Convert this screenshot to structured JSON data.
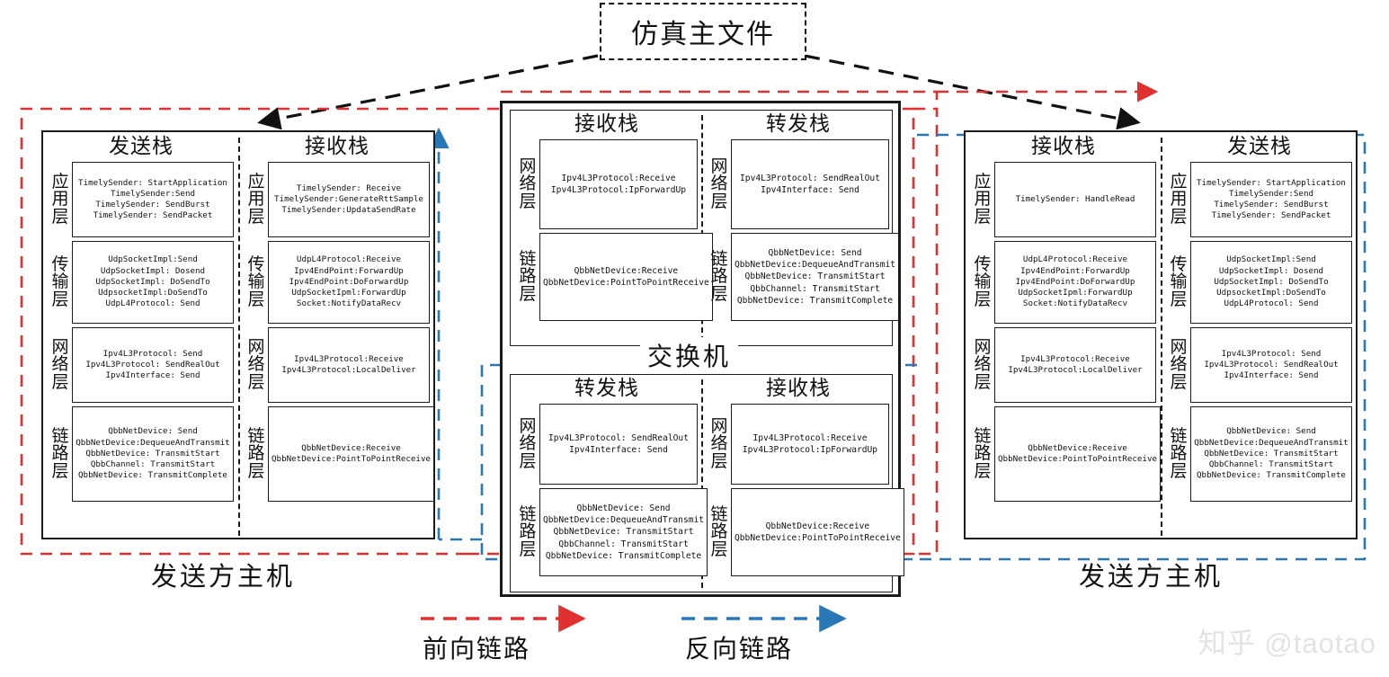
{
  "title_box": {
    "label": "仿真主文件"
  },
  "stack_titles": {
    "send": "发送栈",
    "receive": "接收栈",
    "forward": "转发栈"
  },
  "layer_labels": {
    "app": [
      "应",
      "用",
      "层"
    ],
    "transport": [
      "传",
      "输",
      "层"
    ],
    "network": [
      "网",
      "络",
      "层"
    ],
    "link": [
      "链",
      "路",
      "层"
    ]
  },
  "left_host": {
    "caption": "发送方主机",
    "send_stack": {
      "title": "发送栈",
      "layers": [
        {
          "label": "app",
          "lines": [
            "TimelySender: StartApplication",
            "TimelySender:Send",
            "TimelySender: SendBurst",
            "TimelySender: SendPacket"
          ]
        },
        {
          "label": "transport",
          "lines": [
            "UdpSocketImpl:Send",
            "UdpSocketImpl: Dosend",
            "UdpSocketImpl: DoSendTo",
            "UdpsocketImpl:DoSendTo",
            "UdpL4Protocol: Send"
          ]
        },
        {
          "label": "network",
          "lines": [
            "Ipv4L3Protocol: Send",
            "Ipv4L3Protocol: SendRealOut",
            "Ipv4Interface: Send"
          ]
        },
        {
          "label": "link",
          "lines": [
            "QbbNetDevice: Send",
            "QbbNetDevice:DequeueAndTransmit",
            "QbbNetDevice: TransmitStart",
            "QbbChannel: TransmitStart",
            "QbbNetDevice: TransmitComplete"
          ]
        }
      ]
    },
    "receive_stack": {
      "title": "接收栈",
      "layers": [
        {
          "label": "app",
          "lines": [
            "TimelySender: Receive",
            "TimelySender:GenerateRttSample",
            "TimelySender:UpdataSendRate"
          ]
        },
        {
          "label": "transport",
          "lines": [
            "UdpL4Protocol:Receive",
            "Ipv4EndPoint:ForwardUp",
            "Ipv4EndPoint:DoForwardUp",
            "UdpSocketIpml:ForwardUp",
            "Socket:NotifyDataRecv"
          ]
        },
        {
          "label": "network",
          "lines": [
            "Ipv4L3Protocol:Receive",
            "Ipv4L3Protocol:LocalDeliver"
          ]
        },
        {
          "label": "link",
          "lines": [
            "QbbNetDevice:Receive",
            "QbbNetDevice:PointToPointReceive"
          ]
        }
      ]
    }
  },
  "switch": {
    "caption": "交换机",
    "top": {
      "left_stack": {
        "title": "接收栈",
        "layers": [
          {
            "label": "network",
            "lines": [
              "Ipv4L3Protocol:Receive",
              "Ipv4L3Protocol:IpForwardUp"
            ]
          },
          {
            "label": "link",
            "lines": [
              "QbbNetDevice:Receive",
              "QbbNetDevice:PointToPointReceive"
            ]
          }
        ]
      },
      "right_stack": {
        "title": "转发栈",
        "layers": [
          {
            "label": "network",
            "lines": [
              "Ipv4L3Protocol: SendRealOut",
              "Ipv4Interface: Send"
            ]
          },
          {
            "label": "link",
            "lines": [
              "QbbNetDevice: Send",
              "QbbNetDevice:DequeueAndTransmit",
              "QbbNetDevice: TransmitStart",
              "QbbChannel: TransmitStart",
              "QbbNetDevice: TransmitComplete"
            ]
          }
        ]
      }
    },
    "bottom": {
      "left_stack": {
        "title": "转发栈",
        "layers": [
          {
            "label": "network",
            "lines": [
              "Ipv4L3Protocol: SendRealOut",
              "Ipv4Interface: Send"
            ]
          },
          {
            "label": "link",
            "lines": [
              "QbbNetDevice: Send",
              "QbbNetDevice:DequeueAndTransmit",
              "QbbNetDevice: TransmitStart",
              "QbbChannel: TransmitStart",
              "QbbNetDevice: TransmitComplete"
            ]
          }
        ]
      },
      "right_stack": {
        "title": "接收栈",
        "layers": [
          {
            "label": "network",
            "lines": [
              "Ipv4L3Protocol:Receive",
              "Ipv4L3Protocol:IpForwardUp"
            ]
          },
          {
            "label": "link",
            "lines": [
              "QbbNetDevice:Receive",
              "QbbNetDevice:PointToPointReceive"
            ]
          }
        ]
      }
    }
  },
  "right_host": {
    "caption": "发送方主机",
    "receive_stack": {
      "title": "接收栈",
      "layers": [
        {
          "label": "app",
          "lines": [
            "TimelySender: HandleRead"
          ]
        },
        {
          "label": "transport",
          "lines": [
            "UdpL4Protocol:Receive",
            "Ipv4EndPoint:ForwardUp",
            "Ipv4EndPoint:DoForwardUp",
            "UdpSocketIpml:ForwardUp",
            "Socket:NotifyDataRecv"
          ]
        },
        {
          "label": "network",
          "lines": [
            "Ipv4L3Protocol:Receive",
            "Ipv4L3Protocol:LocalDeliver"
          ]
        },
        {
          "label": "link",
          "lines": [
            "QbbNetDevice:Receive",
            "QbbNetDevice:PointToPointReceive"
          ]
        }
      ]
    },
    "send_stack": {
      "title": "发送栈",
      "layers": [
        {
          "label": "app",
          "lines": [
            "TimelySender: StartApplication",
            "TimelySender:Send",
            "TimelySender: SendBurst",
            "TimelySender: SendPacket"
          ]
        },
        {
          "label": "transport",
          "lines": [
            "UdpSocketImpl:Send",
            "UdpSocketImpl: Dosend",
            "UdpSocketImpl: DoSendTo",
            "UdpsocketImpl:DoSendTo",
            "UdpL4Protocol: Send"
          ]
        },
        {
          "label": "network",
          "lines": [
            "Ipv4L3Protocol: Send",
            "Ipv4L3Protocol: SendRealOut",
            "Ipv4Interface: Send"
          ]
        },
        {
          "label": "link",
          "lines": [
            "QbbNetDevice: Send",
            "QbbNetDevice:DequeueAndTransmit",
            "QbbNetDevice: TransmitStart",
            "QbbChannel: TransmitStart",
            "QbbNetDevice: TransmitComplete"
          ]
        }
      ]
    }
  },
  "legend": {
    "forward_label": "前向链路",
    "reverse_label": "反向链路"
  },
  "watermark": {
    "text": "知乎 @taotao"
  },
  "colors": {
    "forward_red": "#e03030",
    "reverse_blue": "#2878b5",
    "outline_black": "#1a1a1a",
    "watermark_gray": "#e3e3e3"
  }
}
